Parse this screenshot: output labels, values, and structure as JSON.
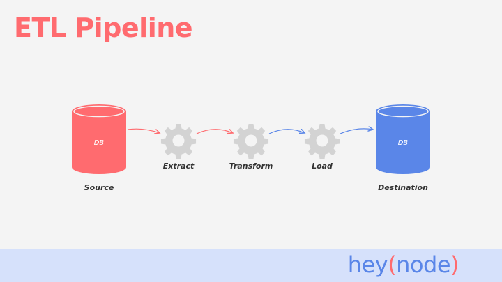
{
  "title": "ETL Pipeline",
  "colors": {
    "accent_red": "#ff6b6f",
    "accent_blue": "#5a86e8",
    "gear": "#d3d3d3",
    "footer_bg": "#d6e1fb"
  },
  "source": {
    "label": "Source",
    "db_text": "DB"
  },
  "destination": {
    "label": "Destination",
    "db_text": "DB"
  },
  "steps": [
    {
      "label": "Extract",
      "icon": "gear-icon"
    },
    {
      "label": "Transform",
      "icon": "gear-icon"
    },
    {
      "label": "Load",
      "icon": "gear-icon"
    }
  ],
  "brand": {
    "word1": "hey",
    "open": "(",
    "word2": "node",
    "close": ")"
  }
}
